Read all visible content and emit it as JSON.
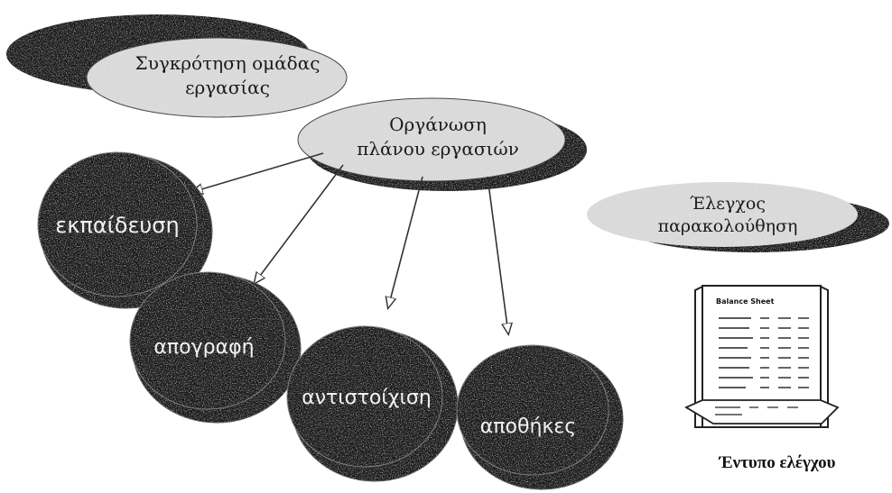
{
  "nodes": {
    "team": {
      "line1": "Συγκρότηση ομάδας",
      "line2": "εργασίας"
    },
    "plan": {
      "line1": "Οργάνωση",
      "line2": "πλάνου εργασιών"
    },
    "control": {
      "line1": "Έλεγχος",
      "line2": "παρακολούθηση"
    }
  },
  "circles": {
    "training": "εκπαίδευση",
    "inventory": "απογραφή",
    "matching": "αντιστοίχιση",
    "warehouses": "αποθήκες"
  },
  "sheet": {
    "title": "Balance Sheet"
  },
  "caption": "Έντυπο ελέγχου",
  "colors": {
    "dark_disc": "#1c1c1c",
    "light_ellipse": "#dcdcdc",
    "arrow": "#333333"
  }
}
